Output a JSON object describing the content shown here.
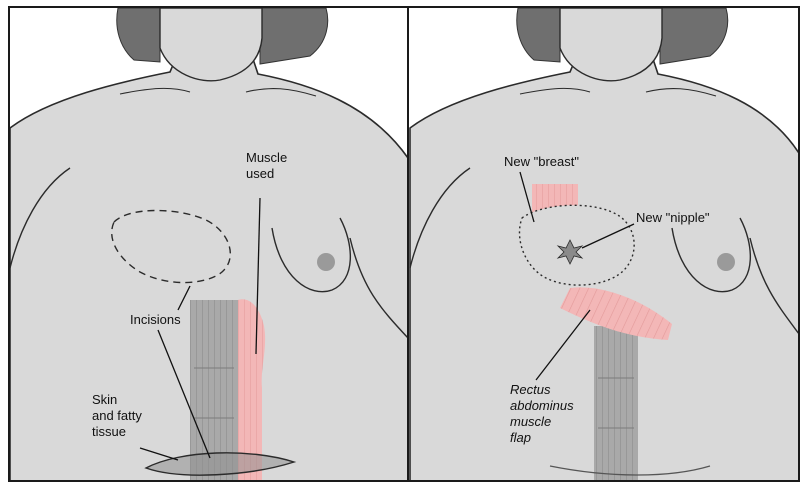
{
  "panels": [
    {
      "id": "left",
      "labels": {
        "muscle_used": [
          "Muscle",
          "used"
        ],
        "incisions": "Incisions",
        "skin_fatty": [
          "Skin",
          "and fatty",
          "tissue"
        ]
      }
    },
    {
      "id": "right",
      "labels": {
        "new_breast": "New \"breast\"",
        "new_nipple": "New \"nipple\"",
        "rectus_flap": [
          "Rectus",
          "abdominus",
          "muscle",
          "flap"
        ]
      }
    }
  ],
  "colors": {
    "skin": "#d9d9d9",
    "hair": "#6f6f6f",
    "muscle_gray": "#a9a9a9",
    "muscle_pink": "#f3b7b7",
    "outline": "#2b2b2b",
    "areola": "#9a9a9a"
  }
}
